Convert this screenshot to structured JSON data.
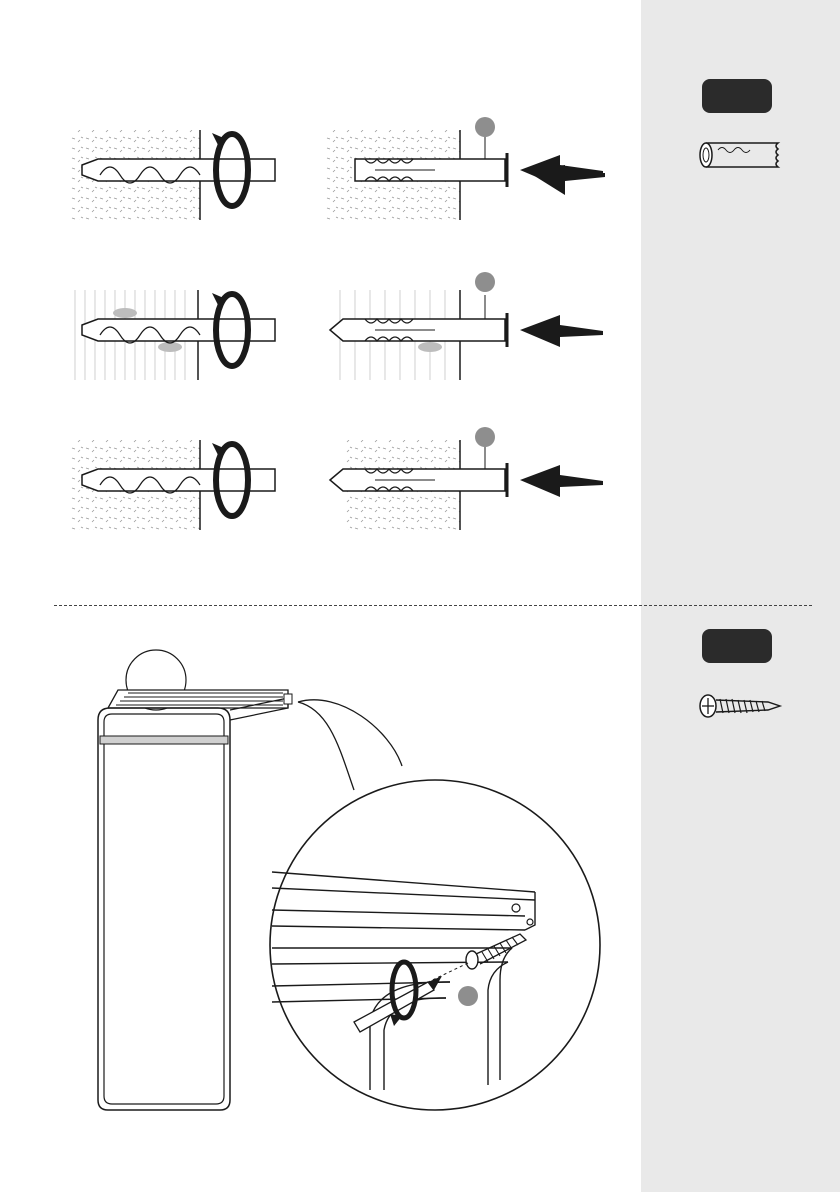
{
  "colors": {
    "sidebar": "#e9e9e9",
    "label_bg": "#2b2b2b",
    "ref_dot": "#8e8e8e",
    "line": "#1a1a1a"
  },
  "parts": [
    {
      "label": "",
      "icon": "wall-plug-icon"
    },
    {
      "label": "",
      "icon": "screw-icon"
    }
  ],
  "steps": {
    "drill_rows": [
      {
        "wall": "concrete"
      },
      {
        "wall": "wood"
      },
      {
        "wall": "brick"
      }
    ],
    "ref_markers": [
      "",
      "",
      "",
      ""
    ]
  }
}
